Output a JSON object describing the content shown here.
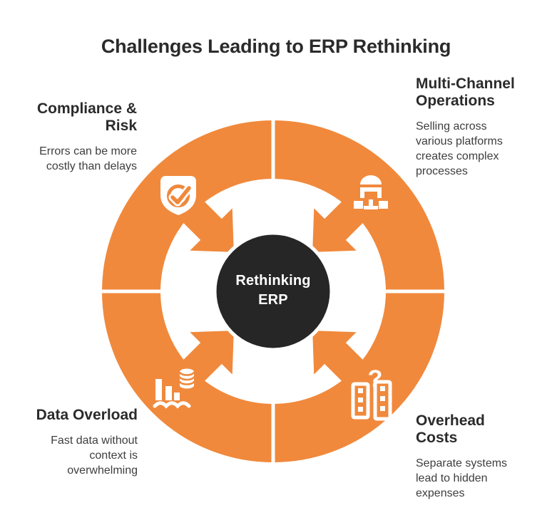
{
  "title": "Challenges Leading to ERP Rethinking",
  "center": {
    "line1": "Rethinking",
    "line2": "ERP"
  },
  "colors": {
    "orange": "#F0893C",
    "dark_circle": "#262626",
    "heading_text": "#2B2B2B",
    "body_text": "#3E3E3E",
    "white": "#FFFFFF"
  },
  "blocks": {
    "compliance": {
      "heading": [
        "Compliance &",
        "Risk"
      ],
      "body": [
        "Errors can be more",
        "costly than delays"
      ],
      "icon": "shield-check"
    },
    "multichannel": {
      "heading": [
        "Multi-Channel",
        "Operations"
      ],
      "body": [
        "Selling across",
        "various platforms",
        "creates complex",
        "processes"
      ],
      "icon": "storefront-network"
    },
    "dataoverload": {
      "heading": [
        "Data Overload"
      ],
      "body": [
        "Fast data without",
        "context is",
        "overwhelming"
      ],
      "icon": "bar-chart-database"
    },
    "overhead": {
      "heading": [
        "Overhead",
        "Costs"
      ],
      "body": [
        "Separate systems",
        "lead to hidden",
        "expenses"
      ],
      "icon": "buildings-question"
    }
  },
  "icons": {
    "question_glyph": "?"
  }
}
